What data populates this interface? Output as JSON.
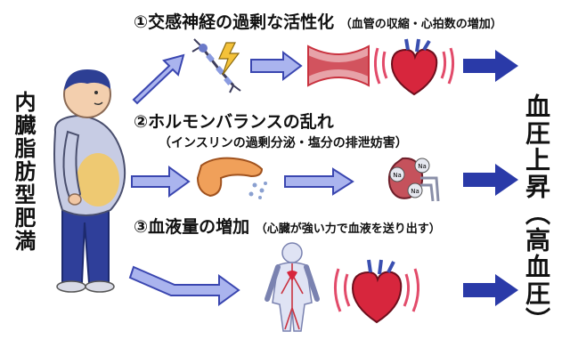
{
  "left_label": "内臓脂肪型肥満",
  "right_label": "血圧上昇（高血圧）",
  "paths": [
    {
      "title": "①交感神経の過剰な活性化",
      "note": "（血管の収縮・心拍数の増加）"
    },
    {
      "title": "②ホルモンバランスの乱れ",
      "note": "（インスリンの過剰分泌・塩分の排泄妨害）"
    },
    {
      "title": "③血液量の増加",
      "note": "（心臓が強い力で血液を送り出す）"
    }
  ],
  "kidney_label": "Na",
  "colors": {
    "arrow_fill": "#aab4ee",
    "arrow_stroke": "#3a46b0",
    "final_arrow": "#2a3aa8",
    "heart": "#d7263d",
    "vessel": "#c9323f"
  },
  "icons": {
    "person": "obese-person-icon",
    "nerve": "nerve-cell-icon",
    "vessel": "constricted-vessel-icon",
    "heart": "beating-heart-icon",
    "pancreas": "pancreas-icon",
    "kidney": "kidney-icon",
    "body": "circulatory-body-icon"
  }
}
